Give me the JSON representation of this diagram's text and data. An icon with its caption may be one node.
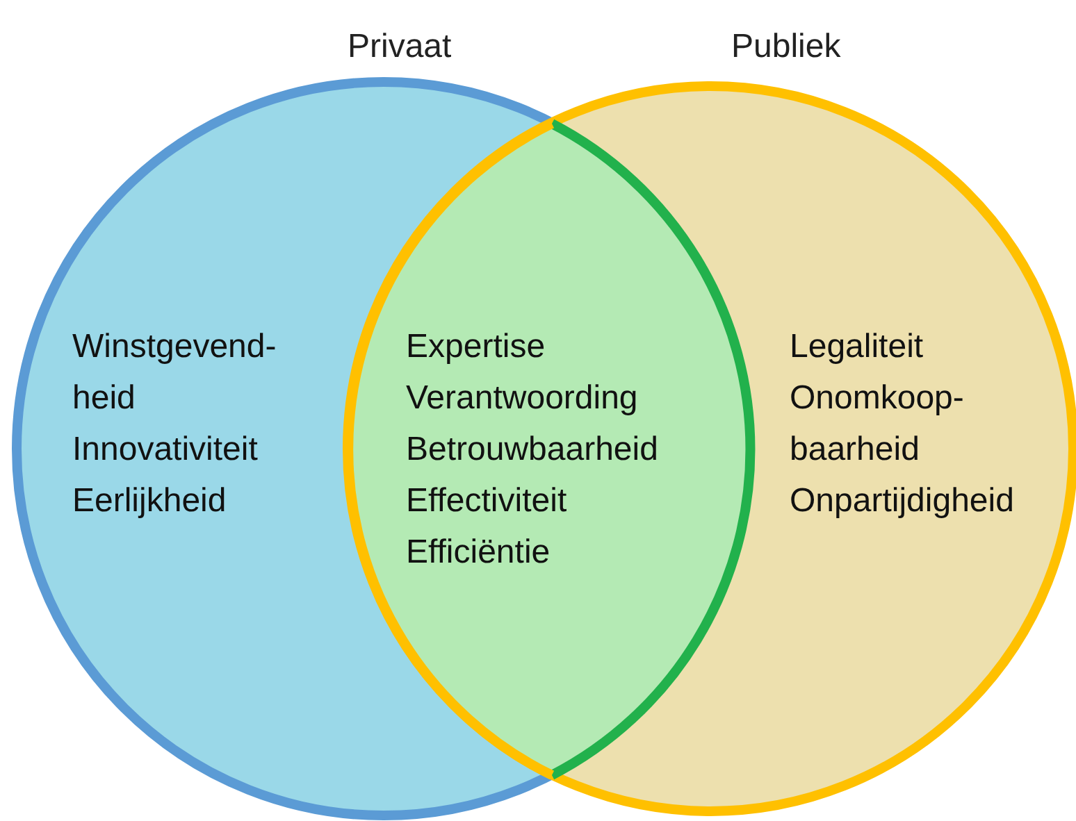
{
  "diagram": {
    "nodes": [
      {
        "text": [
          "Privaat",
          "Winstgevend- heid",
          "Innovativiteit",
          "Eerlijkheid"
        ]
      },
      {
        "text": [
          "Publiek",
          "Legaliteit",
          "Onomkoop- baarheid",
          "Onpartijdigheid"
        ]
      },
      {
        "text": [
          "Expertise",
          "Verantwoording",
          "Betrouwbaarheid",
          "Effectiviteit",
          "Efficiëntie"
        ]
      }
    ],
    "edges": []
  }
}
